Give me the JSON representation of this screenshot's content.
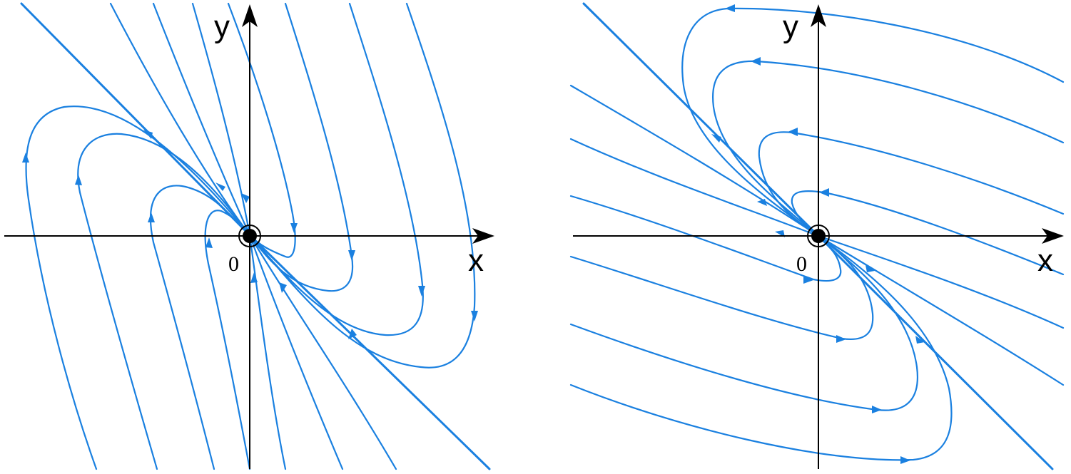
{
  "panels": [
    {
      "x_label": "x",
      "y_label": "y",
      "origin_label": "0"
    },
    {
      "x_label": "x",
      "y_label": "y",
      "origin_label": "0"
    }
  ],
  "colors": {
    "trajectory": "#1a80e0",
    "axes": "#000000"
  }
}
